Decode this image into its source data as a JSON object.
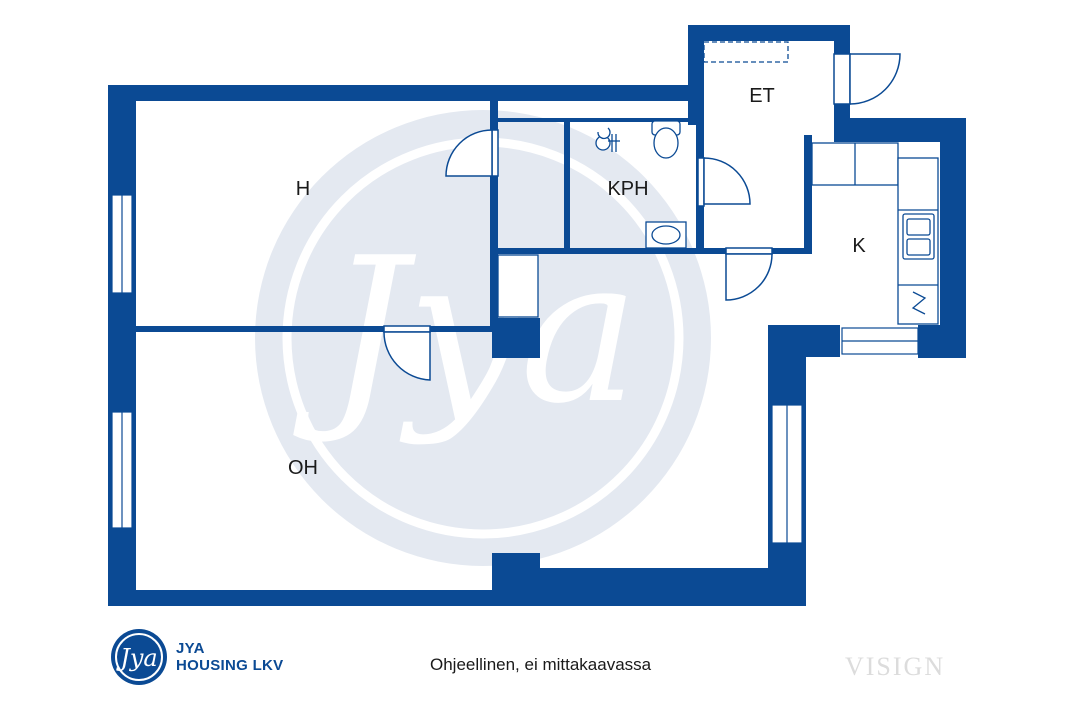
{
  "rooms": {
    "bedroom": "H",
    "bathroom": "KPH",
    "entry": "ET",
    "kitchen": "K",
    "living_room": "OH"
  },
  "caption": "Ohjeellinen, ei mittakaavassa",
  "brand": {
    "line1": "JYA",
    "line2": "HOUSING LKV",
    "logo_text": "Jya"
  },
  "credit": "VISIGN",
  "colors": {
    "wall": "#0b4a94",
    "watermark": "#e3e8f0",
    "line": "#0b4a94"
  }
}
